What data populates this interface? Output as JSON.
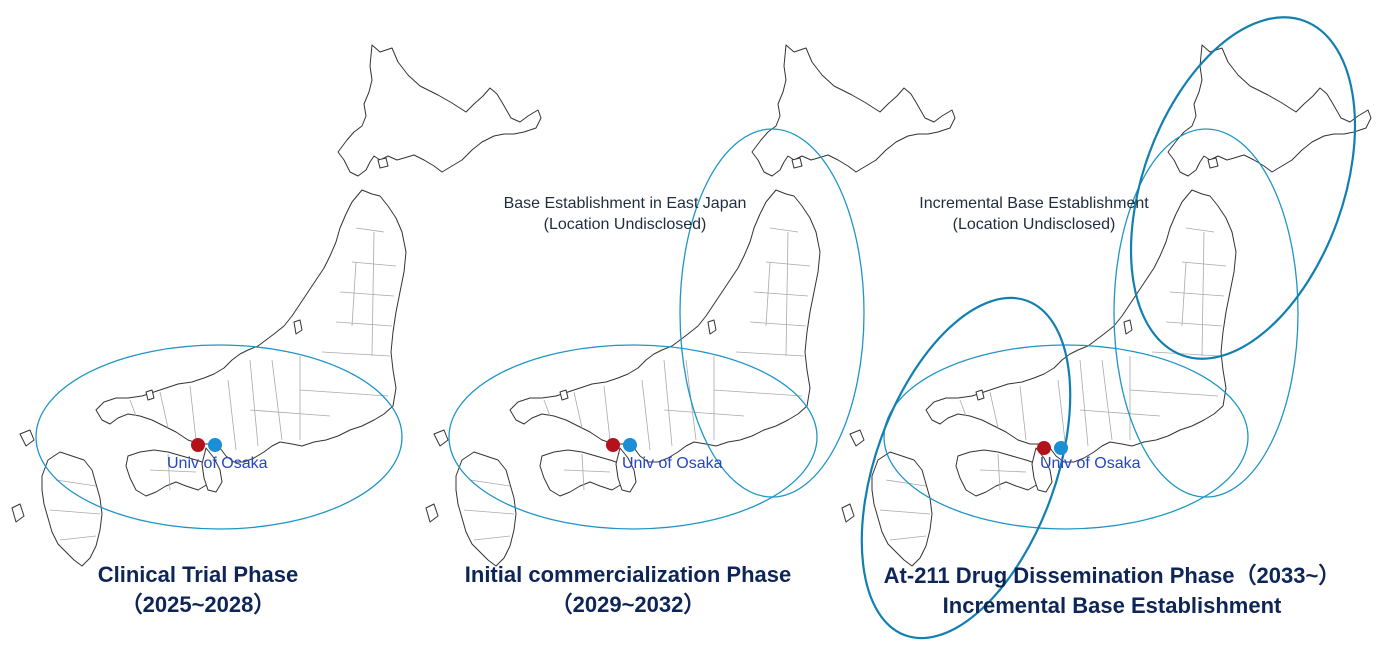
{
  "panels": [
    {
      "id": "clinical",
      "region_label": [],
      "site_label": "Univ of Osaka",
      "title_lines": [
        "Clinical Trial Phase",
        "（2025~2028）"
      ]
    },
    {
      "id": "initial",
      "region_label": [
        "Base Establishment in East Japan",
        "(Location Undisclosed)"
      ],
      "site_label": "Univ of Osaka",
      "title_lines": [
        "Initial commercialization Phase",
        "（2029~2032）"
      ]
    },
    {
      "id": "dissemination",
      "region_label": [
        "Incremental Base Establishment",
        "(Location Undisclosed)"
      ],
      "site_label": "Univ of Osaka",
      "title_lines": [
        "At-211 Drug Dissemination Phase（2033~）",
        "Incremental Base Establishment"
      ]
    }
  ],
  "colors": {
    "base_marker": "#b3121a",
    "osaka_marker": "#1a8fd6",
    "zone_ellipse": "#1f95c6",
    "zone_ellipse_heavy": "#117fb0",
    "map_outline": "#333333",
    "prefecture_border": "#a9a9a9",
    "title_text": "#0e2557",
    "site_text": "#2346c8"
  }
}
